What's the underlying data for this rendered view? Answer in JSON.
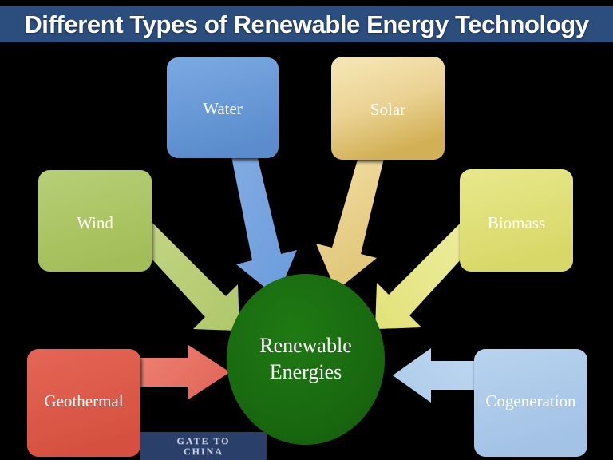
{
  "title": {
    "text": "Different Types of Renewable Energy Technology",
    "bar_color": "#2C4E7E",
    "text_color": "#FFFFFF"
  },
  "background_color": "#000000",
  "center": {
    "label_line1": "Renewable",
    "label_line2": "Energies",
    "color": "#1A6B10",
    "text_color": "#FFFFFF"
  },
  "nodes": [
    {
      "id": "water",
      "label": "Water",
      "color": "#6A9BDC",
      "color_dark": "#5B8CCD",
      "arrow_color": "#7CA9E0",
      "text_color": "#FFFFFF",
      "position": "top-left"
    },
    {
      "id": "solar",
      "label": "Solar",
      "color": "#F2DFA0",
      "color_dark": "#D9B95E",
      "arrow_color": "#EBD79A",
      "text_color": "#FFFFFF",
      "position": "top-right"
    },
    {
      "id": "wind",
      "label": "Wind",
      "color": "#AFC96A",
      "color_dark": "#A3BE59",
      "arrow_color": "#C2D482",
      "text_color": "#FFFFFF",
      "position": "middle-left"
    },
    {
      "id": "biomass",
      "label": "Biomass",
      "color": "#E2E27A",
      "color_dark": "#D8D867",
      "arrow_color": "#E9E98F",
      "text_color": "#FFFFFF",
      "position": "middle-right"
    },
    {
      "id": "geothermal",
      "label": "Geothermal",
      "color": "#E0594B",
      "color_dark": "#D6503F",
      "arrow_color": "#EB7B6C",
      "text_color": "#FFFFFF",
      "position": "bottom-left"
    },
    {
      "id": "cogeneration",
      "label": "Cogeneration",
      "color": "#AECBEA",
      "color_dark": "#A2C2E6",
      "arrow_color": "#BBD4EF",
      "text_color": "#FFFFFF",
      "position": "bottom-right"
    }
  ],
  "watermark": {
    "line1": "GATE TO",
    "line2": "CHINA",
    "background_color": "#2B3F6B",
    "text_color": "#C9D2E8"
  }
}
